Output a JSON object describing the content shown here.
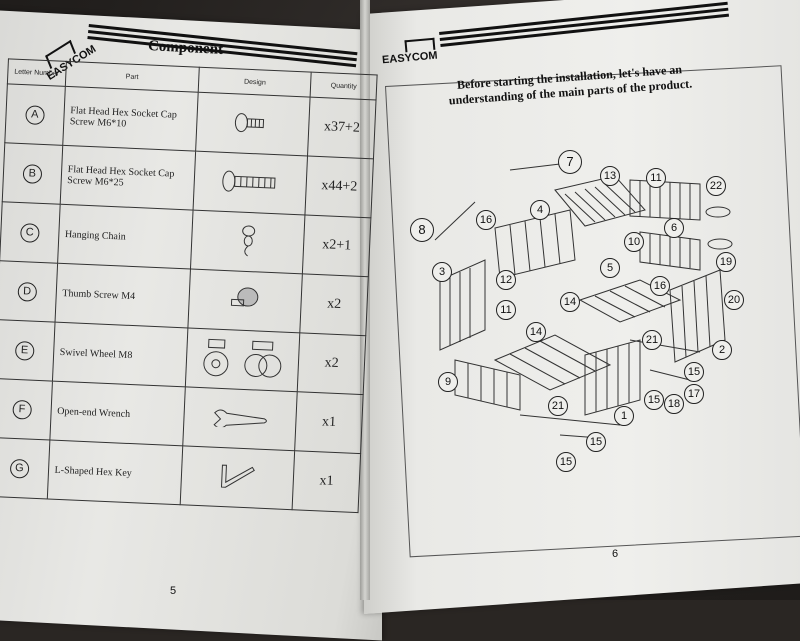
{
  "left_page": {
    "logo": "EASYCOM",
    "title": "Component",
    "headers": {
      "letter": "Letter Number",
      "part": "Part",
      "design": "Design",
      "quantity": "Quantity"
    },
    "rows": [
      {
        "letter": "A",
        "part": "Flat Head Hex Socket Cap Screw M6*10",
        "design": "screw-short-icon",
        "qty": "x37+2"
      },
      {
        "letter": "B",
        "part": "Flat Head Hex Socket Cap Screw M6*25",
        "design": "screw-long-icon",
        "qty": "x44+2"
      },
      {
        "letter": "C",
        "part": "Hanging Chain",
        "design": "chain-icon",
        "qty": "x2+1"
      },
      {
        "letter": "D",
        "part": "Thumb Screw M4",
        "design": "thumb-screw-icon",
        "qty": "x2"
      },
      {
        "letter": "E",
        "part": "Swivel Wheel M8",
        "design": "wheel-icon",
        "qty": "x2"
      },
      {
        "letter": "F",
        "part": "Open-end Wrench",
        "design": "wrench-icon",
        "qty": "x1"
      },
      {
        "letter": "G",
        "part": "L-Shaped Hex Key",
        "design": "hex-key-icon",
        "qty": "x1"
      }
    ],
    "page_number": "5"
  },
  "right_page": {
    "logo": "EASYCOM",
    "intro": "Before starting the installation, let's have an understanding of the main parts of  the product.",
    "callouts": [
      "7",
      "13",
      "11",
      "22",
      "8",
      "16",
      "4",
      "6",
      "10",
      "19",
      "3",
      "12",
      "5",
      "16",
      "20",
      "14",
      "11",
      "14",
      "21",
      "2",
      "9",
      "21",
      "15",
      "15",
      "18",
      "17",
      "1",
      "15",
      "15"
    ],
    "page_number": "6"
  }
}
